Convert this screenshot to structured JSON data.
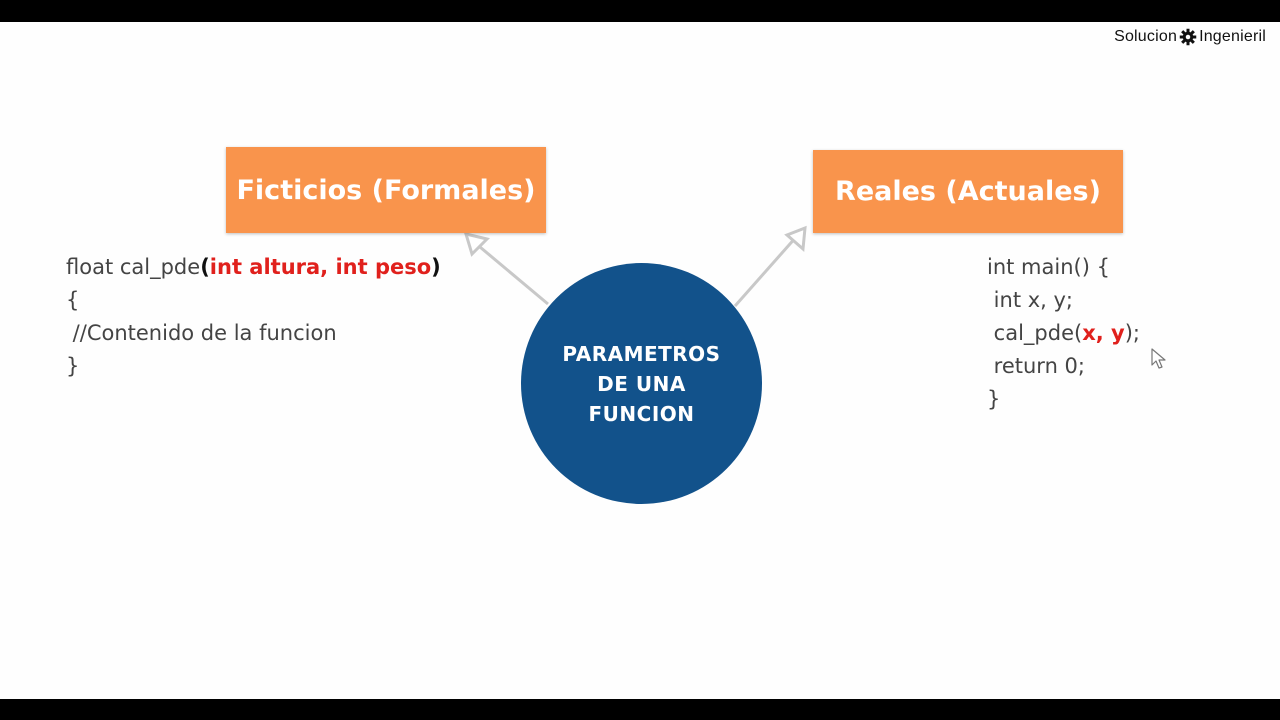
{
  "logo": {
    "part1": "Solucion",
    "part2": "Ingenieril",
    "icon": "gear-icon"
  },
  "left_box": {
    "label": "Ficticios (Formales)"
  },
  "right_box": {
    "label": "Reales (Actuales)"
  },
  "center": {
    "line1": "PARAMETROS",
    "line2": "DE UNA",
    "line3": "FUNCION"
  },
  "left_code": {
    "l1_prefix": "float cal_pde",
    "l1_open": "(",
    "l1_params": "int altura, int peso",
    "l1_close": ")",
    "l2": "{",
    "l3": " //Contenido de la funcion",
    "l4": "}"
  },
  "right_code": {
    "l1": "int main() {",
    "l2": " int x, y;",
    "l3_prefix": " cal_pde(",
    "l3_args": "x, y",
    "l3_suffix": ");",
    "l4": " return 0;",
    "l5": "}"
  },
  "colors": {
    "box": "#f9944c",
    "circle": "#12528b",
    "highlight": "#e0201c",
    "arrow": "#c8c8c8"
  }
}
